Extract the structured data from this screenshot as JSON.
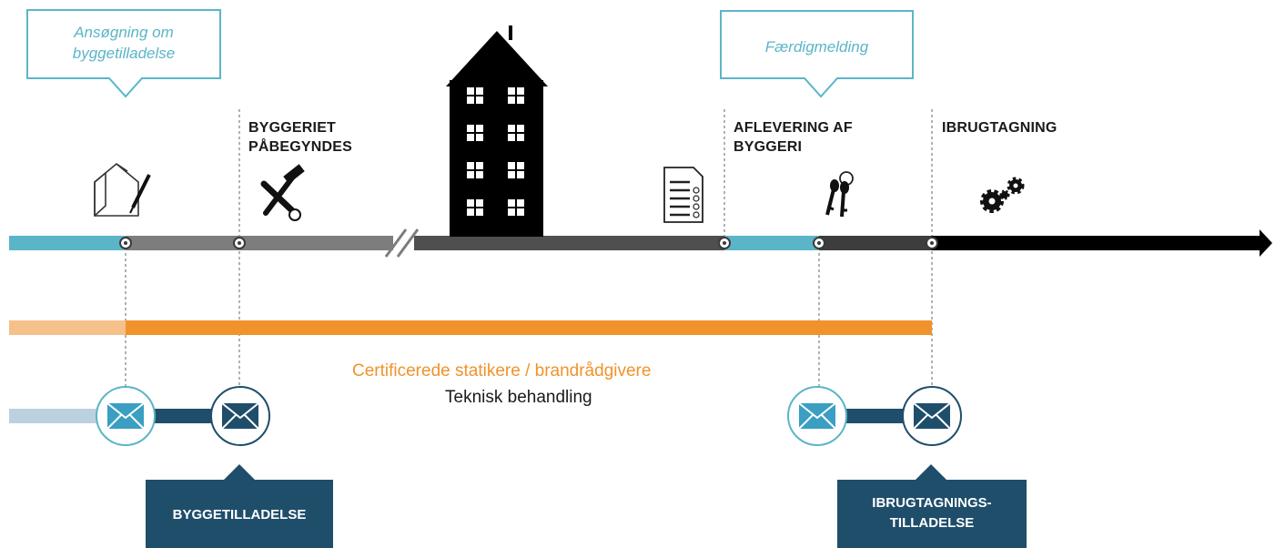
{
  "callouts": {
    "application": "Ansøgning om\nbyggetilladelse",
    "completion_notice": "Færdigmelding"
  },
  "stages": {
    "construction_start": "BYGGERIET\nPÅBEGYNDES",
    "handover": "AFLEVERING AF\nBYGGERI",
    "commissioning": "IBRUGTAGNING"
  },
  "bars": {
    "certified": "Certificerede statikere / brandrådgivere",
    "technical": "Teknisk behandling"
  },
  "permits": {
    "building_permit": "BYGGETILLADELSE",
    "occupancy_permit": "IBRUGTAGNINGS-\nTILLADELSE"
  },
  "icons": [
    "house-sketch-icon",
    "hammer-wrench-icon",
    "building-icon",
    "document-checklist-icon",
    "keys-icon",
    "gears-icon",
    "envelope-icon"
  ],
  "colors": {
    "teal": "#5bb5c8",
    "gray": "#7d7d7d",
    "dark_gray": "#4a4a4a",
    "black": "#000000",
    "orange": "#f0932b",
    "orange_light": "#f6c08b",
    "navy": "#1f4e6b",
    "light_blue": "#bcd1e0"
  }
}
